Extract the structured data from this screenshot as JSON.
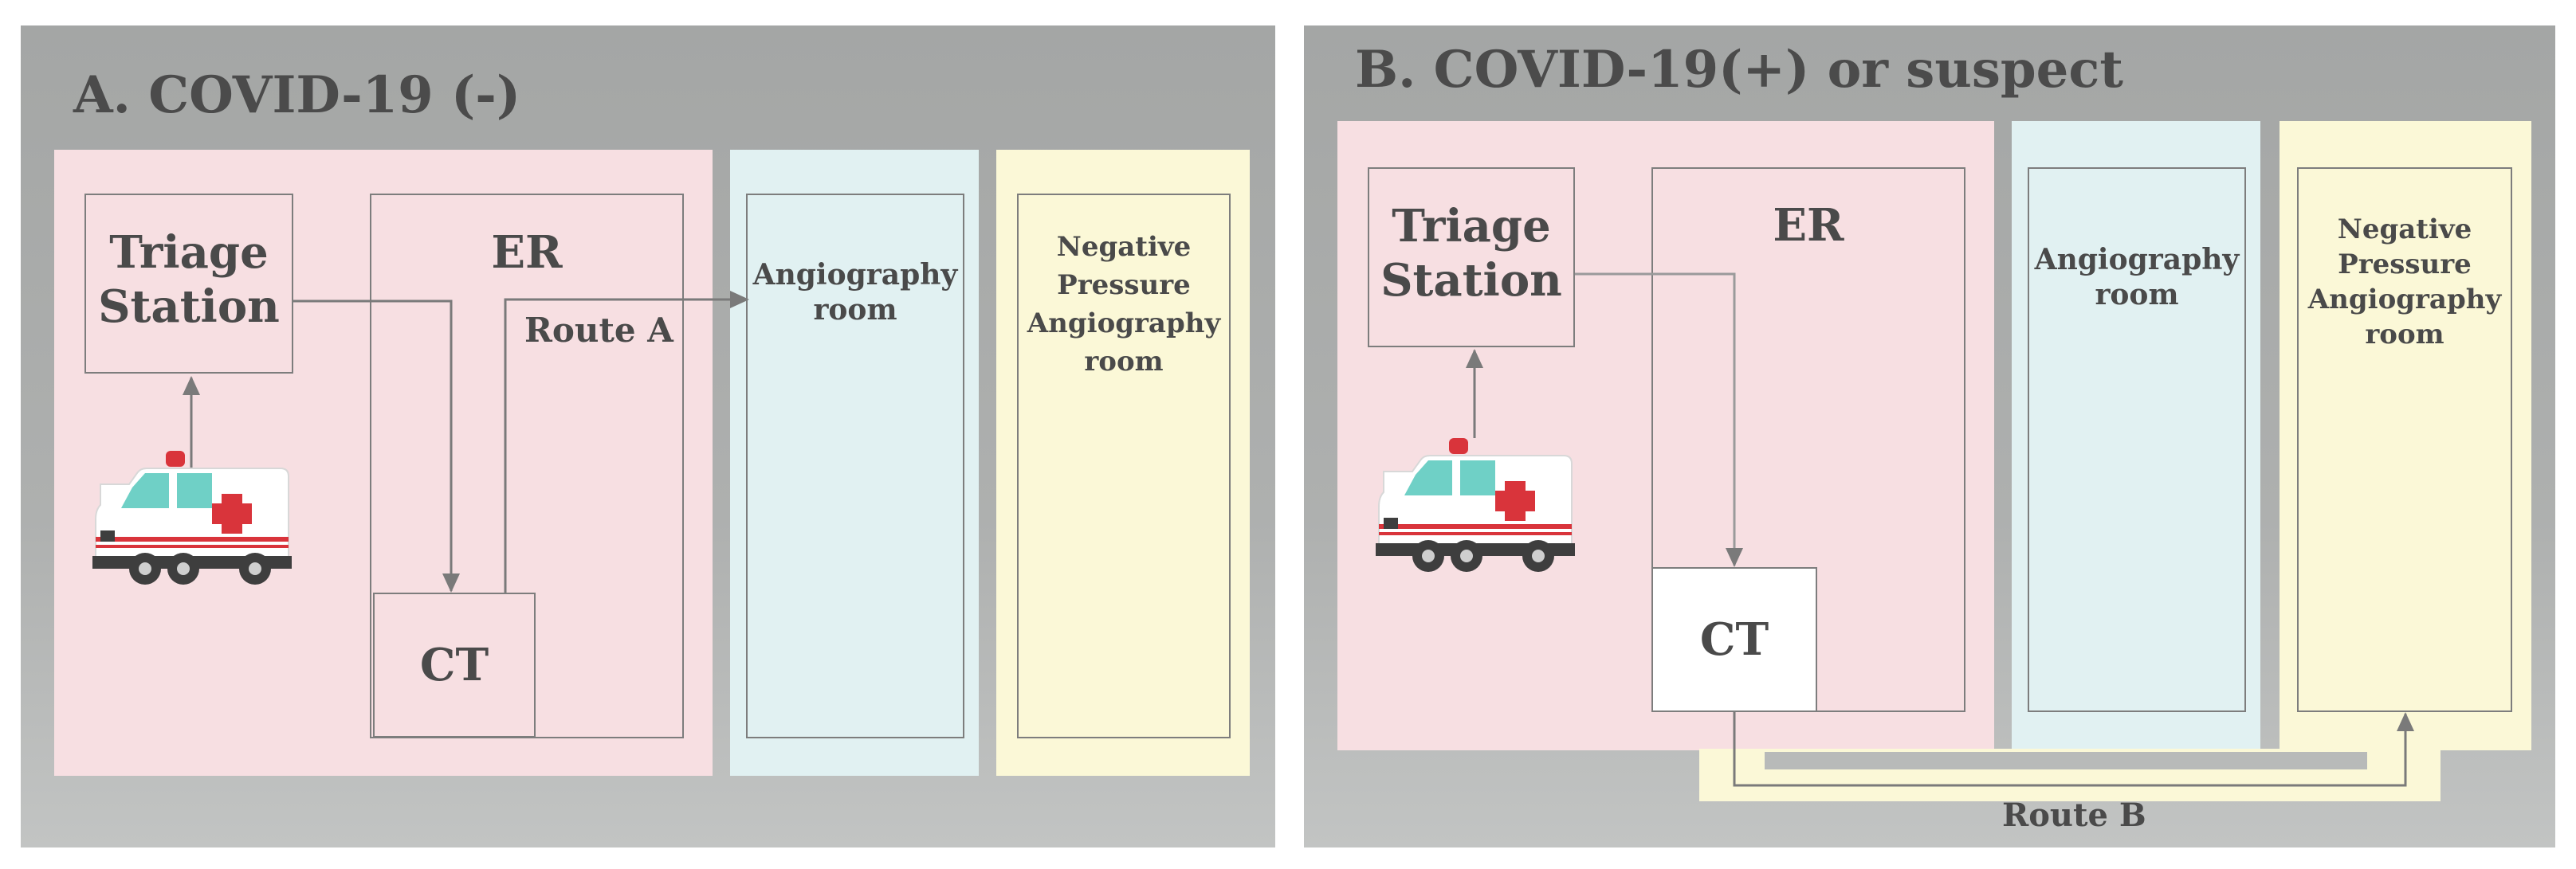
{
  "colors": {
    "panel_bg": "#a9abaa",
    "er_zone": "#f7dfe2",
    "angio_zone": "#e1f1f2",
    "neg_zone": "#fbf8d7",
    "box_border": "#7d7d7d",
    "arrow": "#7a7a7a",
    "title_text": "#4b4b4b",
    "ct_fill_b": "#ffffff"
  },
  "panel_a": {
    "title": "A. COVID-19 (-)",
    "triage": [
      "Triage",
      "Station"
    ],
    "er": "ER",
    "ct": "CT",
    "route": "Route A",
    "angio": [
      "Angiography",
      "room"
    ],
    "neg": [
      "Negative",
      "Pressure",
      "Angiography",
      "room"
    ],
    "vehicle_icon": "ambulance-icon"
  },
  "panel_b": {
    "title": "B.  COVID-19(+) or suspect",
    "triage": [
      "Triage",
      "Station"
    ],
    "er": "ER",
    "ct": "CT",
    "route": "Route B",
    "angio": [
      "Angiography",
      "room"
    ],
    "neg": [
      "Negative",
      "Pressure",
      "Angiography",
      "room"
    ],
    "vehicle_icon": "ambulance-icon"
  }
}
